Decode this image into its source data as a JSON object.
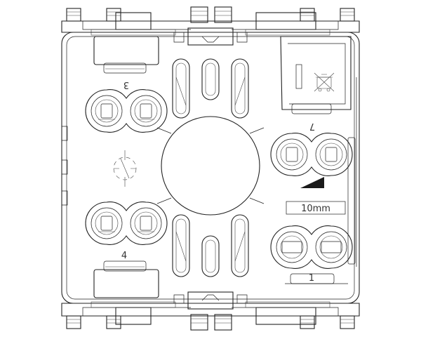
{
  "labels": {
    "terminal_1": "1",
    "terminal_3": "3",
    "terminal_4": "4",
    "terminal_7": "7",
    "strip_length": "10mm"
  },
  "icons": [
    "weee-crossed-bin-icon",
    "earth-ground-symbol-icon",
    "direction-triangle-icon"
  ]
}
